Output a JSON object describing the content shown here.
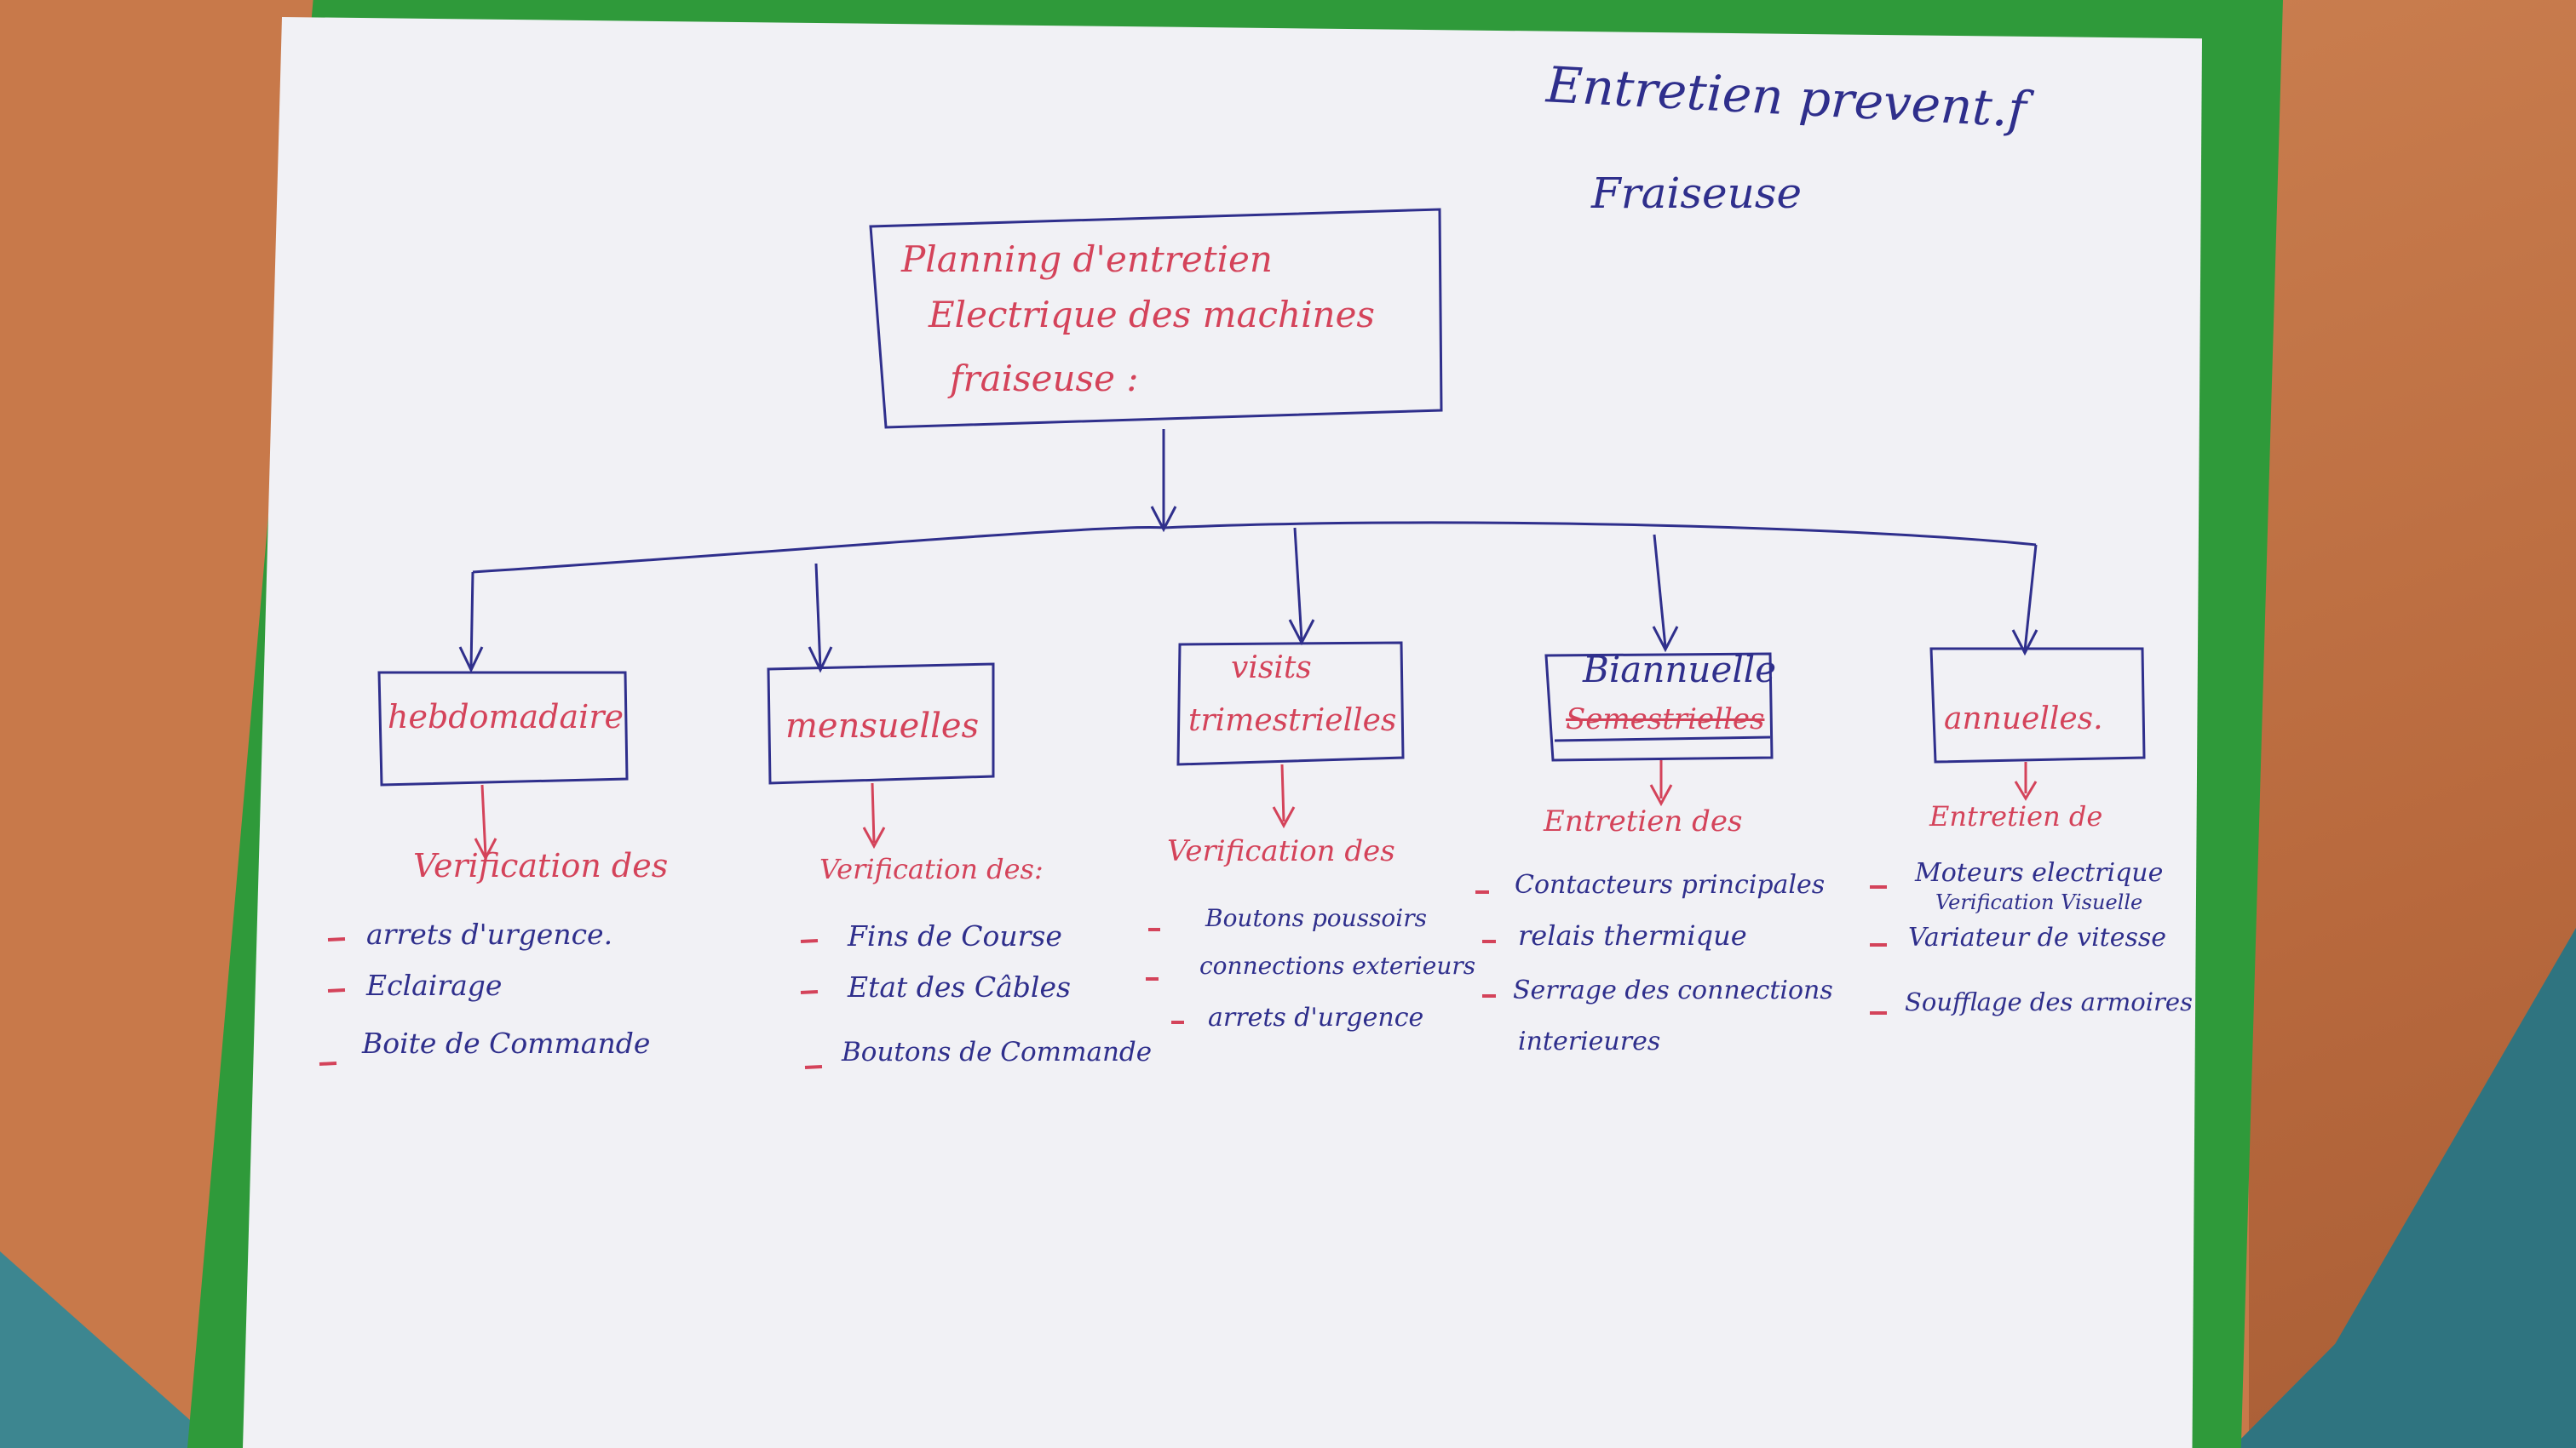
{
  "header": {
    "title_line1": "Entretien prevent.f",
    "title_line2": "Fraiseuse"
  },
  "root": {
    "line1": "Planning d'entretien",
    "line2": "Electrique des machines",
    "line3": "fraiseuse :"
  },
  "branches": [
    {
      "label": "hebdomadaire",
      "heading": "Verification des",
      "items": [
        "arrets d'urgence.",
        "Eclairage",
        "Boite de Commande"
      ]
    },
    {
      "label": "mensuelles",
      "heading": "Verification des:",
      "items": [
        "Fins de Course",
        "Etat des Câbles",
        "Boutons de Commande"
      ]
    },
    {
      "label_line1": "visits",
      "label_line2": "trimestrielles",
      "heading": "Verification des",
      "items": [
        "Boutons poussoirs",
        "connections exterieurs",
        "arrets d'urgence"
      ]
    },
    {
      "label_line1": "Biannuelle",
      "label_line2": "Semestrielles",
      "heading": "Entretien des",
      "items": [
        "Contacteurs principales",
        "relais thermique",
        "Serrage des connections",
        "interieures"
      ]
    },
    {
      "label": "annuelles.",
      "heading": "Entretien de",
      "items": [
        "Moteurs electrique",
        "Verification Visuelle",
        "Variateur de vitesse",
        "Soufflage des armoires"
      ]
    }
  ],
  "colors": {
    "ink_blue": "#2f2f8c",
    "ink_red": "#d4435a",
    "paper": "#f1f1f5",
    "folder_green": "#2f9a3a",
    "table_orange": "#c8794a"
  }
}
